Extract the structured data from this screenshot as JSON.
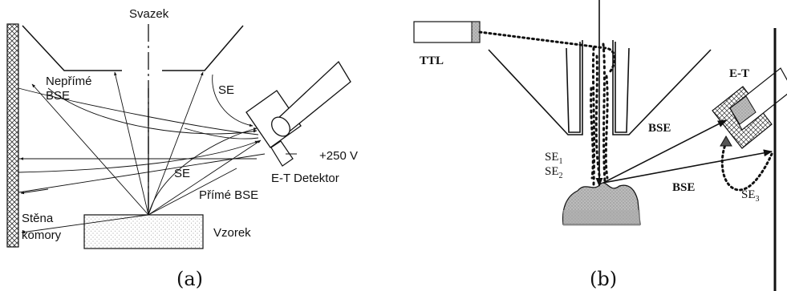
{
  "panel_a": {
    "beam_label": "Svazek",
    "indirect_bse_line1": "Nepřímé",
    "indirect_bse_line2": "BSE",
    "se_upper_label": "SE",
    "se_lower_label": "SE",
    "voltage_label": "+250 V",
    "detector_label": "E-T Detektor",
    "direct_bse_label": "Přímé BSE",
    "wall_label_line1": "Stěna",
    "wall_label_line2": "komory",
    "sample_label": "Vzorek",
    "caption": "(a)"
  },
  "panel_b": {
    "ttl_label": "TTL",
    "et_label": "E-T",
    "bse_upper_label": "BSE",
    "bse_lower_label": "BSE",
    "se1_label": "SE",
    "se1_sub": "1",
    "se2_label": "SE",
    "se2_sub": "2",
    "se3_label": "SE",
    "se3_sub": "3",
    "caption": "(b)"
  }
}
